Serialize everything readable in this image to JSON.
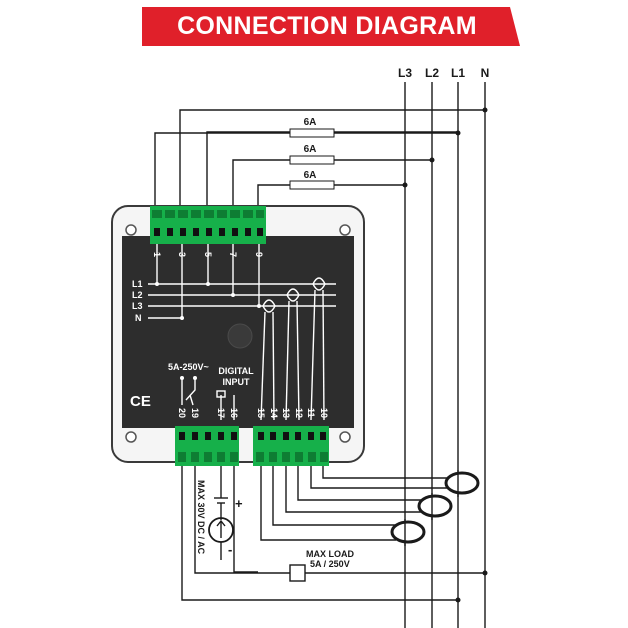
{
  "header": {
    "title": "CONNECTION DIAGRAM",
    "color": "#e0202a"
  },
  "lines": {
    "l3": "L3",
    "l2": "L2",
    "l1": "L1",
    "n": "N"
  },
  "fuses": [
    "6A",
    "6A",
    "6A"
  ],
  "device": {
    "voltage_terminals": [
      "1",
      "3",
      "5",
      "7",
      "9"
    ],
    "rail_labels": [
      "L1",
      "L2",
      "L3",
      "N"
    ],
    "relay_label": "5A-250V~",
    "digital_input_label": [
      "DIGITAL",
      "INPUT"
    ],
    "lower_terminals": [
      "20",
      "19",
      "17",
      "16",
      "15",
      "14",
      "13",
      "12",
      "11",
      "10"
    ],
    "ce_mark": "CE",
    "terminal_color": "#16b04a",
    "body_color": "#2d2d2d"
  },
  "supply": {
    "label": "MAX 30V DC / AC",
    "plus": "+",
    "minus": "-"
  },
  "load": {
    "label_line1": "MAX LOAD",
    "label_line2": "5A / 250V"
  }
}
